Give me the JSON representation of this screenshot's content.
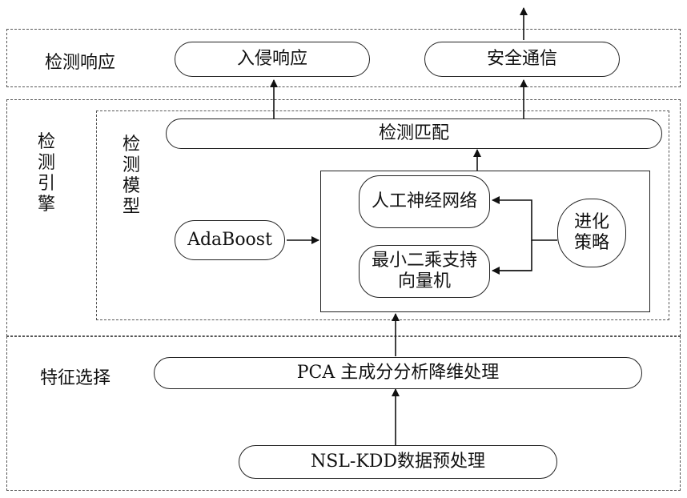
{
  "sections": {
    "response": "检测响应",
    "engine": "检测引擎",
    "model": "检测模型",
    "feature": "特征选择"
  },
  "nodes": {
    "intrusion_response": "入侵响应",
    "secure_comm": "安全通信",
    "match": "检测匹配",
    "ann": "人工神经网络",
    "lssvm": "最小二乘支持向量机",
    "adaboost": "AdaBoost",
    "evolution": "进化策略",
    "pca": "PCA 主成分分析降维处理",
    "preprocess": "NSL-KDD数据预处理"
  }
}
